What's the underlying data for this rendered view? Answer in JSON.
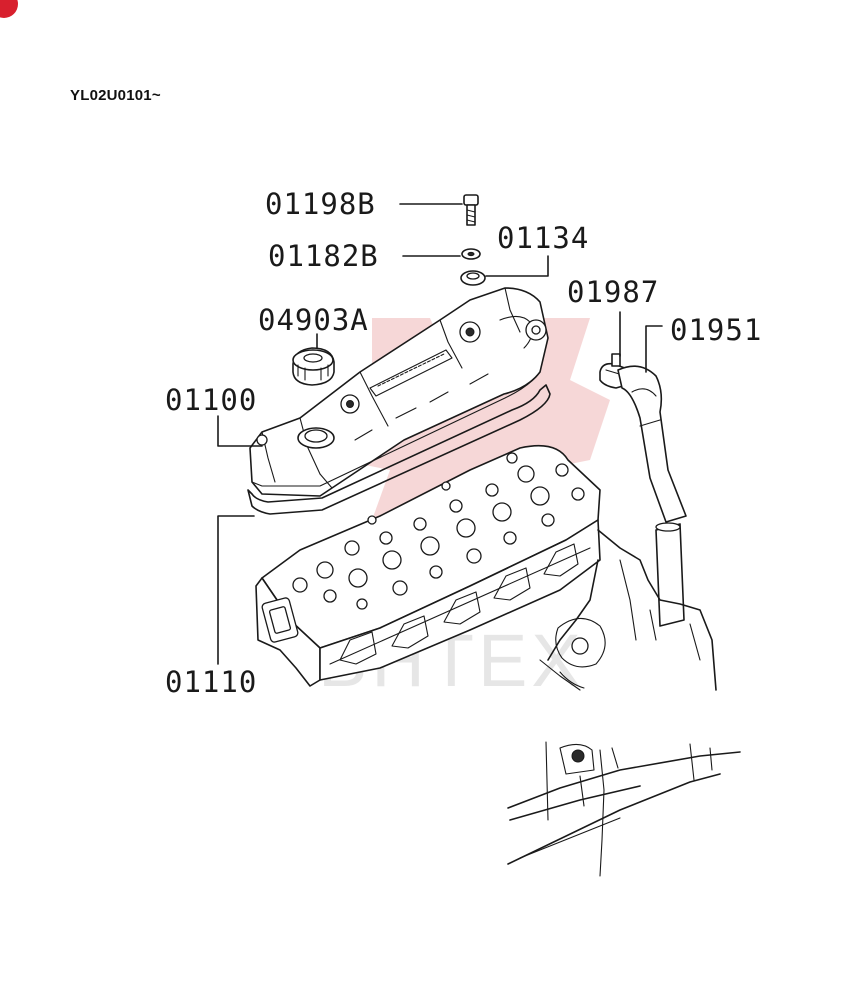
{
  "header": {
    "serial_range": "YL02U0101~"
  },
  "watermark": {
    "text": "BHTEX",
    "color": "#e8a0a0"
  },
  "parts": [
    {
      "id": "top-bolt",
      "label": "01198B"
    },
    {
      "id": "washer",
      "label": "01182B"
    },
    {
      "id": "grommet",
      "label": "01134"
    },
    {
      "id": "clamp",
      "label": "01987"
    },
    {
      "id": "breather-hose",
      "label": "01951"
    },
    {
      "id": "oil-cap",
      "label": "04903A"
    },
    {
      "id": "rocker-cover",
      "label": "01100"
    },
    {
      "id": "cylinder-head",
      "label": "01110"
    }
  ],
  "colors": {
    "badge": "#d8202e",
    "line": "#1a1a1a"
  }
}
